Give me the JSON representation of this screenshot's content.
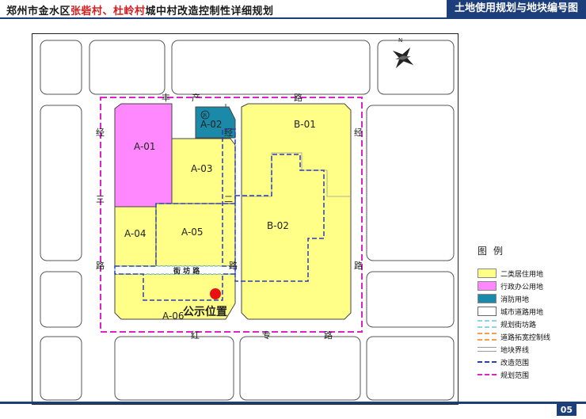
{
  "header": {
    "title_part1": "郑州市金水区",
    "title_part2": "张砦村、杜岭村",
    "title_part3": "城中村改造控制性详细规划",
    "badge": "土地使用规划与地块编号图"
  },
  "map": {
    "north_label": "N",
    "parcels": [
      {
        "id": "A-01",
        "use": "行政办公用地"
      },
      {
        "id": "A-02",
        "use": "消防用地",
        "symbol": "消"
      },
      {
        "id": "A-03",
        "use": "二类居住用地"
      },
      {
        "id": "A-04",
        "use": "二类居住用地"
      },
      {
        "id": "A-05",
        "use": "二类居住用地"
      },
      {
        "id": "A-06",
        "use": "二类居住用地"
      },
      {
        "id": "B-01",
        "use": "二类居住用地"
      },
      {
        "id": "B-02",
        "use": "二类居住用地"
      }
    ],
    "roads": {
      "fengchan": [
        "丰",
        "产",
        "路"
      ],
      "jingsan_left": [
        "经",
        "三",
        "路"
      ],
      "jingsan_mid": [
        "经",
        "二",
        "路"
      ],
      "hongzhuan": [
        "红",
        "专",
        "路"
      ],
      "right_chars": [
        "经",
        "路"
      ],
      "jiefang": "街 坊 路"
    },
    "marker_label": "公示位置"
  },
  "legend": {
    "title": "图例",
    "items": [
      {
        "label": "二类居住用地",
        "color": "#ffff88"
      },
      {
        "label": "行政办公用地",
        "color": "#ff88ff"
      },
      {
        "label": "消防用地",
        "color": "#1b8aa8"
      },
      {
        "label": "城市道路用地",
        "color": "#ffffff"
      },
      {
        "label": "规划街坊路",
        "color": "#8fd3e8"
      },
      {
        "label": "道路拓宽控制线",
        "color": "#f0a050"
      },
      {
        "label": "地块界线",
        "color": "#999999"
      },
      {
        "label": "改造范围",
        "color": "#2b3fb0"
      },
      {
        "label": "规划范围",
        "color": "#e020c8"
      }
    ]
  },
  "page_number": "05"
}
